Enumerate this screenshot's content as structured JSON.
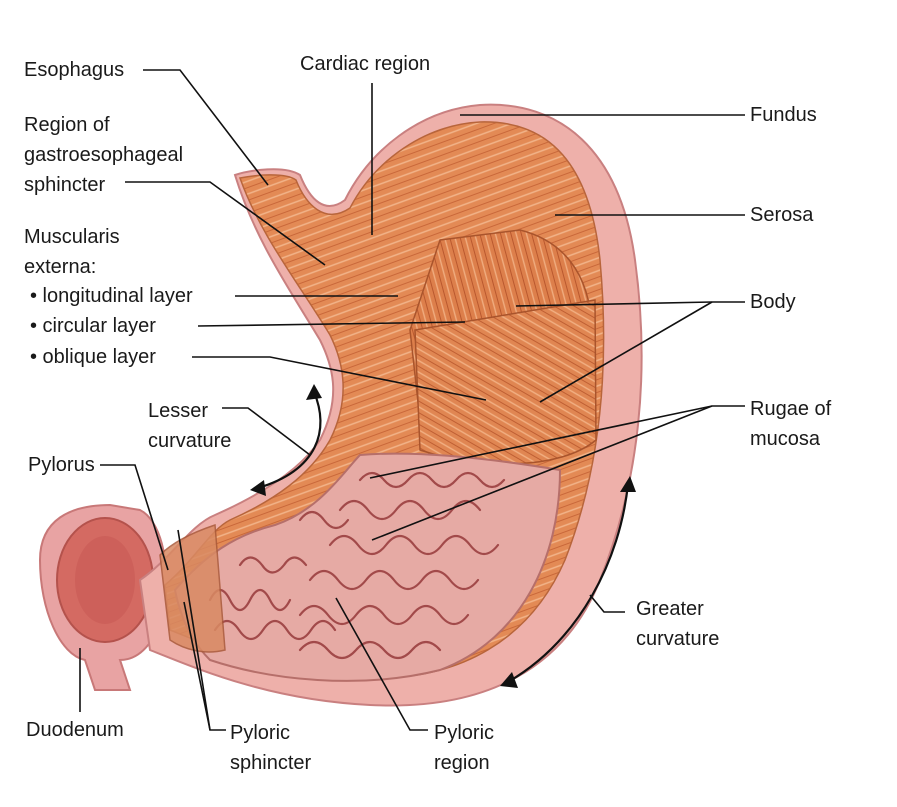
{
  "labels": {
    "esophagus": "Esophagus",
    "cardiac_region": "Cardiac region",
    "fundus": "Fundus",
    "ge_sphincter": "Region of\ngastroesophageal\nsphincter",
    "serosa": "Serosa",
    "muscularis_externa": "Muscularis\nexterna:",
    "longitudinal_layer": "• longitudinal layer",
    "circular_layer": "• circular layer",
    "oblique_layer": "• oblique layer",
    "body": "Body",
    "lesser_curvature": "Lesser\ncurvature",
    "rugae_of_mucosa": "Rugae of\nmucosa",
    "pylorus": "Pylorus",
    "greater_curvature": "Greater\ncurvature",
    "duodenum": "Duodenum",
    "pyloric_sphincter": "Pyloric\nsphincter",
    "pyloric_region": "Pyloric\nregion"
  },
  "colors": {
    "serosa": "#e8a0a0",
    "muscle": "#e7925e",
    "muscle_dark": "#c86a3e",
    "mucosa": "#e3a6a0",
    "rugae": "#a94f4f",
    "lumen": "#f3cfc6"
  }
}
